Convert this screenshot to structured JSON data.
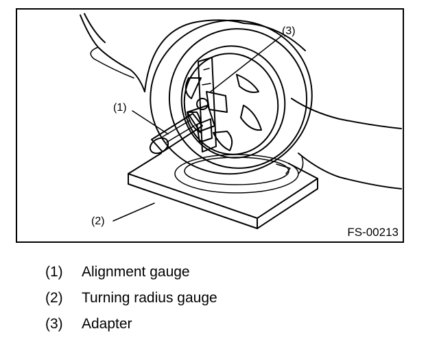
{
  "figure": {
    "code": "FS-00213",
    "callouts": [
      {
        "number": "(1)",
        "label": "Alignment gauge"
      },
      {
        "number": "(2)",
        "label": "Turning radius gauge"
      },
      {
        "number": "(3)",
        "label": "Adapter"
      }
    ]
  }
}
